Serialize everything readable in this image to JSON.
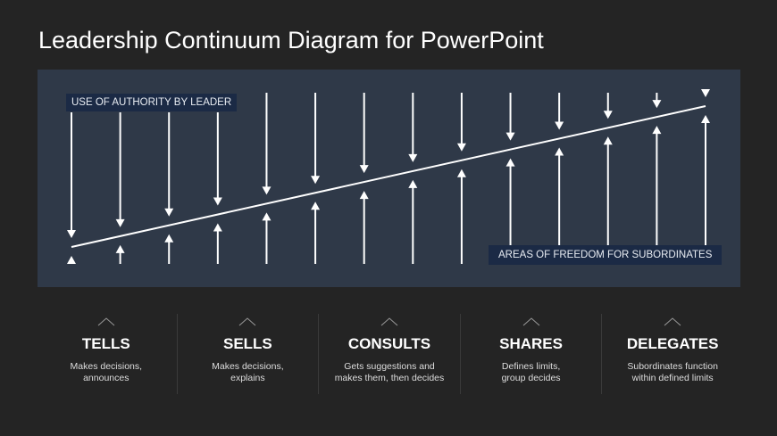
{
  "title": "Leadership Continuum Diagram for PowerPoint",
  "diagram": {
    "top_label": "USE OF AUTHORITY BY LEADER",
    "bottom_label": "AREAS OF FREEDOM FOR SUBORDINATES",
    "columns_count": 14
  },
  "styles": [
    {
      "name": "TELLS",
      "desc": "Makes decisions,\nannounces"
    },
    {
      "name": "SELLS",
      "desc": "Makes decisions,\nexplains"
    },
    {
      "name": "CONSULTS",
      "desc": "Gets suggestions and\nmakes them, then decides"
    },
    {
      "name": "SHARES",
      "desc": "Defines limits,\ngroup decides"
    },
    {
      "name": "DELEGATES",
      "desc": "Subordinates function\nwithin defined limits"
    }
  ]
}
